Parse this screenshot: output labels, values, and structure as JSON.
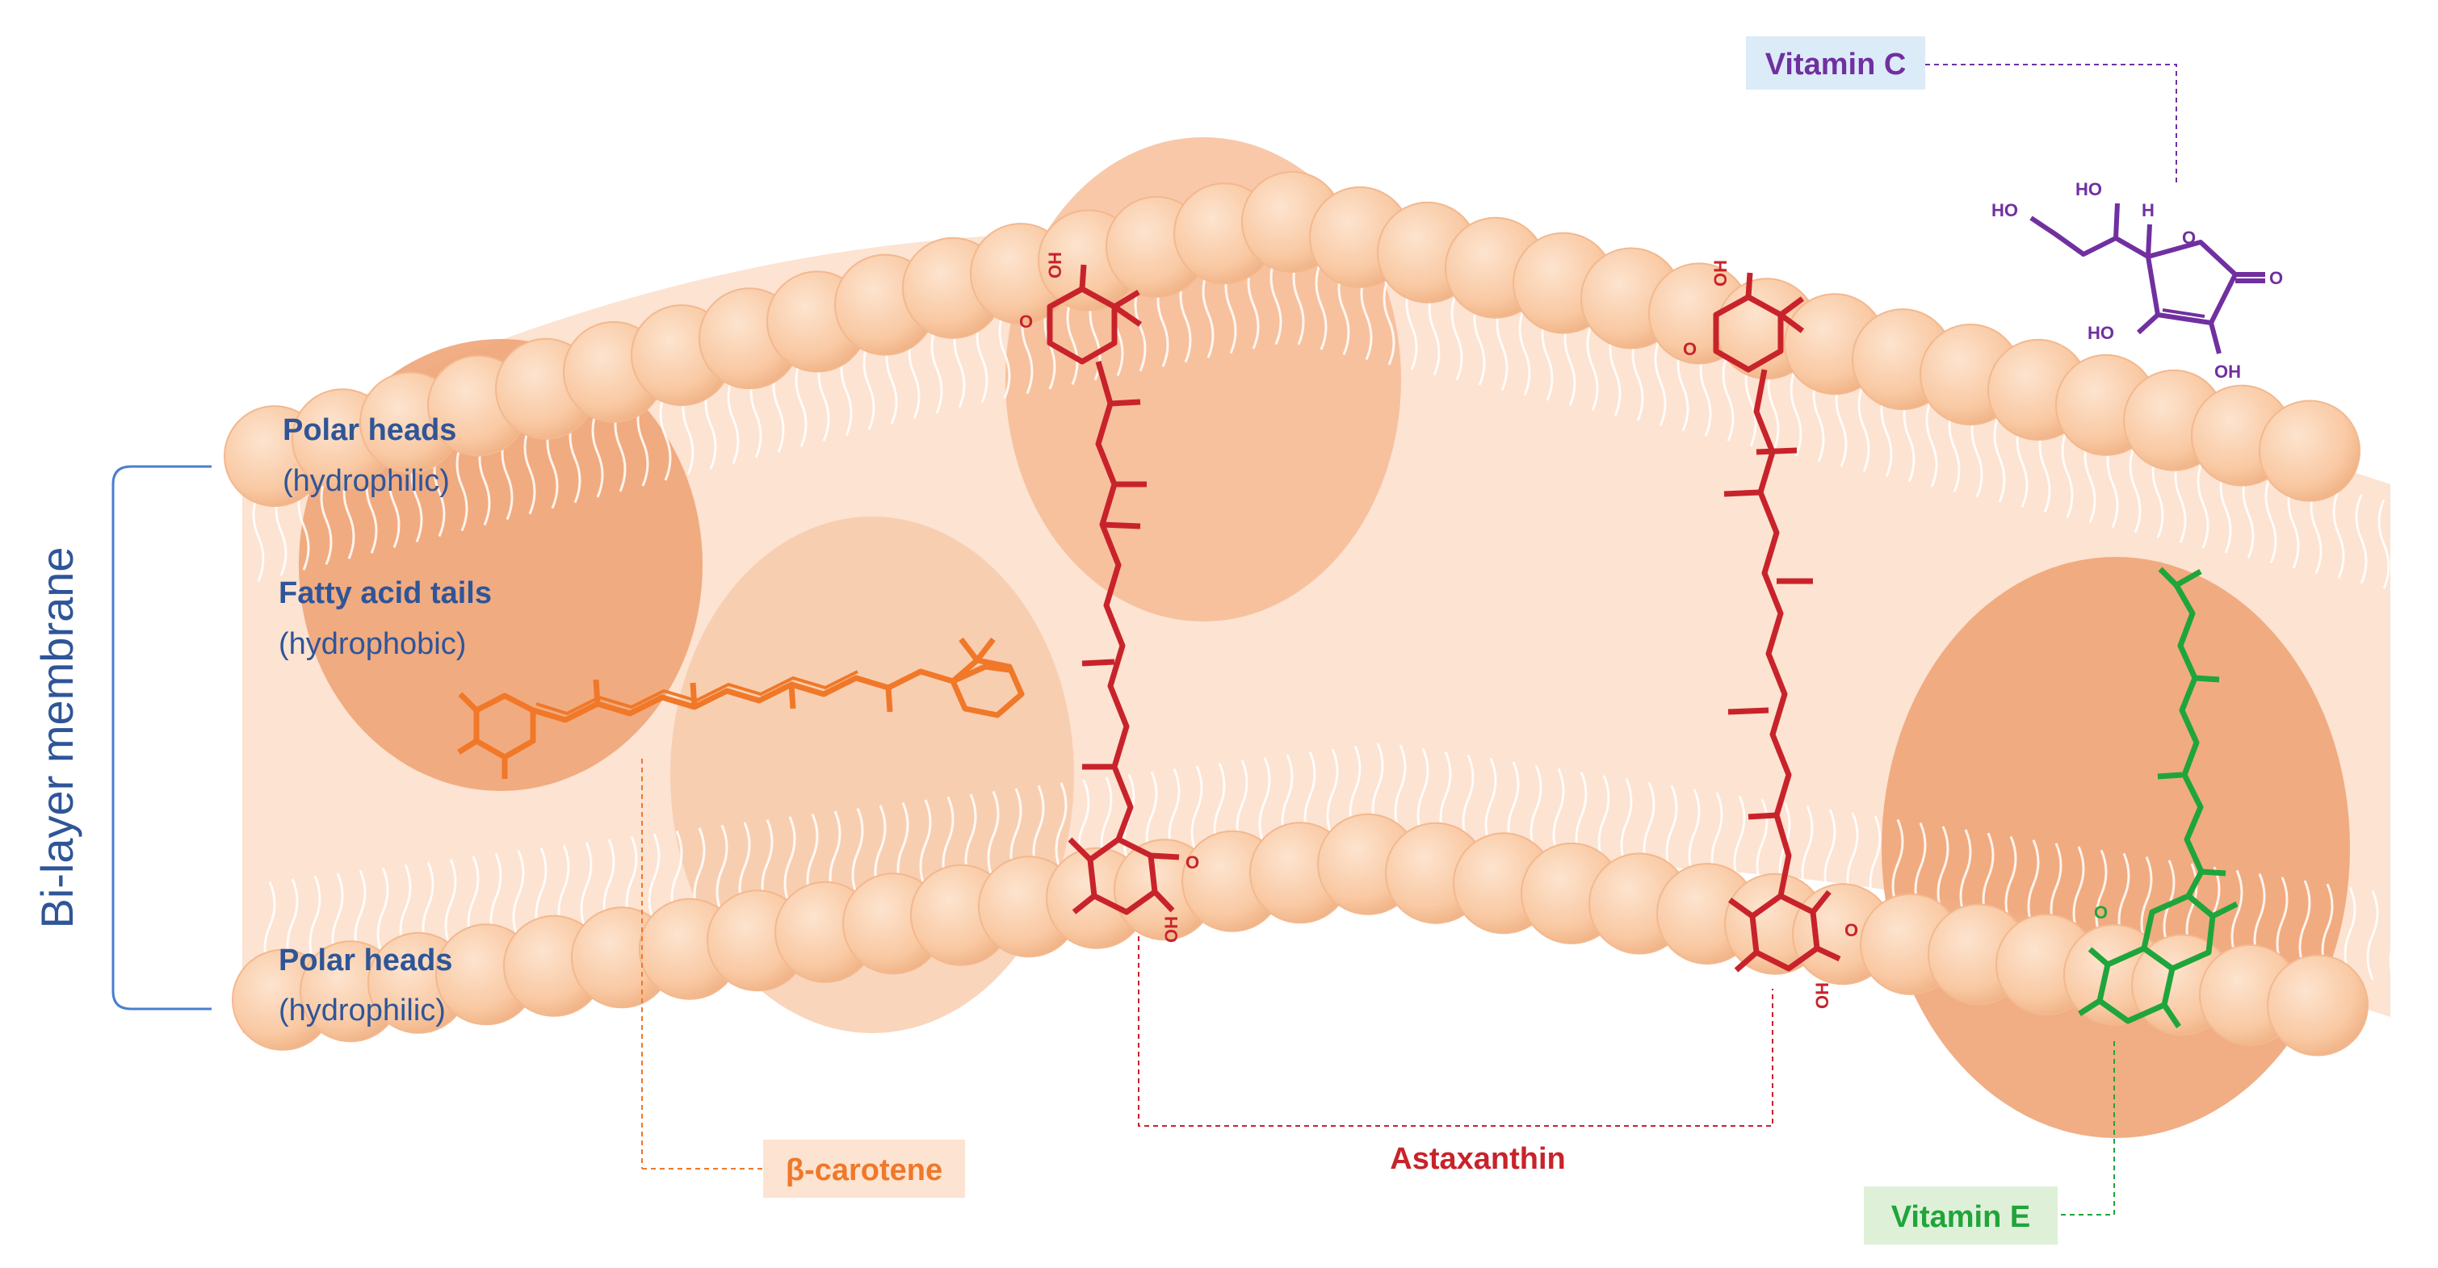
{
  "labels": {
    "bilayer": "Bi-layer membrane",
    "polar_heads_top": "Polar heads",
    "hydrophilic_top": "(hydrophilic)",
    "fatty_acid_tails": "Fatty acid tails",
    "hydrophobic": "(hydrophobic)",
    "polar_heads_bottom": "Polar heads",
    "hydrophilic_bottom": "(hydrophilic)"
  },
  "molecules": {
    "vitamin_c": "Vitamin C",
    "beta_carotene": "β-carotene",
    "astaxanthin": "Astaxanthin",
    "vitamin_e": "Vitamin E"
  },
  "atoms": {
    "oh": "OH",
    "ho": "HO",
    "o": "O",
    "h": "H"
  },
  "colors": {
    "text_blue": "#2f5597",
    "bracket_blue": "#4a7fd0",
    "membrane_fill": "#fce3d2",
    "head_fill": "#f9c9a3",
    "blob_dark": "#f0a477",
    "vitamin_c": "#7030a0",
    "vitamin_c_bg": "#dcebf8",
    "beta_carotene": "#f07828",
    "beta_carotene_bg": "#fce3d2",
    "astaxanthin": "#c8232b",
    "vitamin_e": "#1fa53b",
    "vitamin_e_bg": "#dff0d8"
  }
}
